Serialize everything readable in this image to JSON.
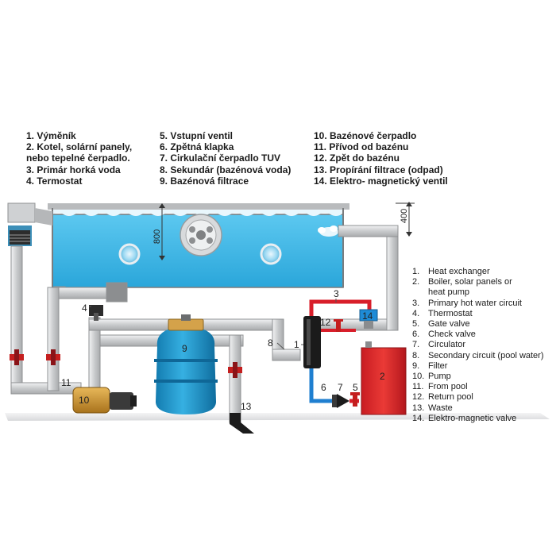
{
  "legend_cz": {
    "col1": [
      "1. Výměník",
      "2. Kotel, solární panely,",
      "nebo tepelné čerpadlo.",
      "3. Primár horká voda",
      "4. Termostat"
    ],
    "col2": [
      "5. Vstupní ventil",
      "6. Zpětná klapka",
      "7. Cirkulační čerpadlo TUV",
      "8. Sekundár (bazénová voda)",
      "9. Bazénová filtrace"
    ],
    "col3": [
      "10. Bazénové čerpadlo",
      "11. Přívod od bazénu",
      "12. Zpět do bazénu",
      "13. Propírání filtrace (odpad)",
      "14. Elektro- magnetický ventil"
    ]
  },
  "legend_en": [
    {
      "num": "1.",
      "text": "Heat exchanger"
    },
    {
      "num": "2.",
      "text": "Boiler, solar panels or"
    },
    {
      "num": "",
      "text": "heat pump"
    },
    {
      "num": "3.",
      "text": "Primary hot water circuit"
    },
    {
      "num": "4.",
      "text": "Thermostat"
    },
    {
      "num": "5.",
      "text": "Gate valve"
    },
    {
      "num": "6.",
      "text": "Check valve"
    },
    {
      "num": "7.",
      "text": "Circulator"
    },
    {
      "num": "8.",
      "text": "Secondary circuit (pool water)"
    },
    {
      "num": "9.",
      "text": "Filter"
    },
    {
      "num": "10.",
      "text": "Pump"
    },
    {
      "num": "11.",
      "text": "From pool"
    },
    {
      "num": "12.",
      "text": "Return pool"
    },
    {
      "num": "13.",
      "text": "Waste"
    },
    {
      "num": "14.",
      "text": "Elektro-magnetic valve"
    }
  ],
  "dimensions": {
    "depth": "800",
    "freeboard": "400"
  },
  "callouts": {
    "n1": "1",
    "n2": "2",
    "n3": "3",
    "n4": "4",
    "n5": "5",
    "n6": "6",
    "n7": "7",
    "n8": "8",
    "n9": "9",
    "n10": "10",
    "n11": "11",
    "n12": "12",
    "n13": "13",
    "n14": "14"
  },
  "colors": {
    "water": "#3fb8e8",
    "water_dark": "#1e9fd4",
    "pipe": "#d2d4d6",
    "hot_pipe": "#d81e2a",
    "cold_pipe": "#1f7fd0",
    "boiler": "#e02a2a",
    "valve": "#c41e1e",
    "filter": "#1d94c9",
    "pump": "#c8902a",
    "floor": "#e6e7e9"
  }
}
